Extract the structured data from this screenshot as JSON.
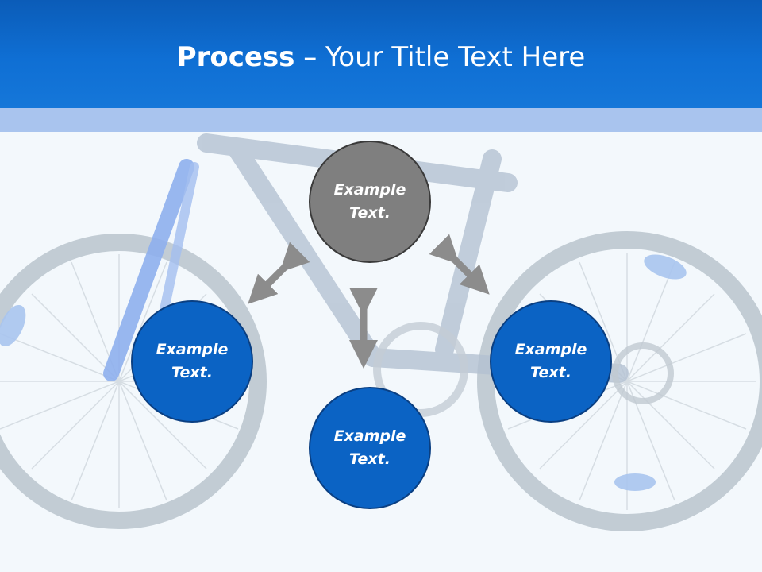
{
  "title": {
    "bold": "Process",
    "rest": " – Your Title Text Here"
  },
  "nodes": [
    {
      "id": "top",
      "line1": "Example",
      "line2": "Text."
    },
    {
      "id": "left",
      "line1": "Example",
      "line2": "Text."
    },
    {
      "id": "right",
      "line1": "Example",
      "line2": "Text."
    },
    {
      "id": "bottom",
      "line1": "Example",
      "line2": "Text."
    }
  ],
  "colors": {
    "header": "#0f6fd4",
    "band": "#a9c4ee",
    "node_blue": "#0b63c4",
    "node_gray": "#7f7f7f",
    "arrow": "#8c8c8c"
  },
  "background_image": "bicycle-photo"
}
